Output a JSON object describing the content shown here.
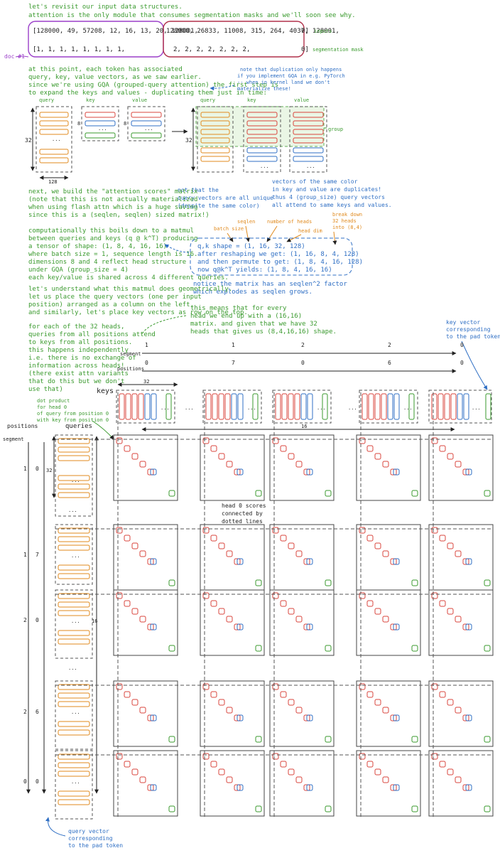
{
  "intro": [
    "let's revisit our input data structures.",
    "attention is the only module that consumes segmentation masks and we'll soon see why."
  ],
  "inputs": {
    "doc1_tokens": "[128000, 49, 57208, 12, 16, 13, 20, 128001,",
    "doc2_tokens": "128000, 26833, 11008, 315, 264, 4037, 128001,",
    "pad_token": "0]",
    "inputs_label": "inputs",
    "doc1_mask": "[1,      1,    1,   1,   1,  1,  1,   1,",
    "doc2_mask": "2,     2,     2,   2,   2,    2,     2,",
    "pad_mask": "0]",
    "mask_label": "segmentation mask",
    "doc_label": "doc #1"
  },
  "gqa_text": [
    "at this point, each token has associated",
    "query, key, value vectors, as we saw earlier.",
    "since we're using GQA (grouped-query attention) the first step is",
    "to expand the keys and values - duplicating them just in time:"
  ],
  "dup_note": [
    "note that duplication only happens",
    "if you implement GQA in e.g. PyTorch",
    "-- when in kernel land we don't",
    "materialize these!"
  ],
  "qkv_labels": {
    "query": "query",
    "key": "key",
    "value": "value",
    "group": "group"
  },
  "dims": {
    "d32": "32",
    "d8": "8",
    "d128": "128",
    "ellipsis": "...",
    "d16": "16"
  },
  "note_unique": [
    "not that the",
    "query vectors are all unique",
    "(despite the same color)"
  ],
  "note_dup": [
    "vectors of the same color",
    "in key and value are duplicates!",
    "thus 4 (group_size) query vectors",
    "all attend to same keys and values."
  ],
  "scores_text": [
    "next, we build the \"attention scores\" matrix",
    "(note that this is not actually materialized",
    "when using flash attn which is a huge saving",
    "since this is a (seqlen, seqlen) sized matrix!)"
  ],
  "matmul_text": [
    "computationally this boils down to a matmul",
    "between queries and keys (q @ k^T) producing",
    "a tensor of shape: (1, 8, 4, 16, 16)",
    "where batch size = 1, sequence length is 16.",
    "dimensions 8 and 4 reflect head structure",
    "under GQA (group_size = 4)",
    "each key/value is shared across 4 different queries."
  ],
  "shape_labels": {
    "batch": "batch size",
    "seqlen": "seqlen",
    "heads": "number of heads",
    "headdim": "head dim",
    "breakdown": [
      "break down",
      "32 heads",
      "into (8,4)"
    ]
  },
  "shape_box": [
    "q,k shape = (1, 16, 32, 128)",
    "after reshaping we get: (1, 16, 8, 4, 128)",
    "and then permute to get: (1, 8, 4, 16, 128)",
    "now q@k^T yields: (1, 8, 4, 16, 16)"
  ],
  "seqlen_note": [
    "notice the matrix has an seqlen^2 factor",
    "which explodes as seqlen grows."
  ],
  "geom_text": [
    "let's understand what this matmul does geometrically.",
    "let us place the query vectors (one per input",
    "position) arranged as a column on the left,",
    "and similarly, let's place key vectors as row on the top."
  ],
  "heads_text": [
    "for each of the 32 heads,",
    "queries from all positions attend",
    "to keys from all positions.",
    "this happens independently",
    "i.e. there is no exchange of",
    "information across heads!",
    "(there exist attn variants",
    "that do this but we don't",
    "use that)"
  ],
  "head_matrix_text": [
    "this means that for every",
    "head we end up with a (16,16)",
    "matrix. and given that we have 32",
    "heads that gives us (8,4,16,16) shape."
  ],
  "pad_key_note": [
    "key vector",
    "corresponding",
    "to the pad token"
  ],
  "axis": {
    "segment": "segment",
    "positions": "positions",
    "seg_values": [
      "1",
      "1",
      "2",
      "2",
      "0"
    ],
    "pos_values": [
      "0",
      "7",
      "0",
      "6",
      "0"
    ],
    "keys": "keys",
    "queries": "queries",
    "row_seg": [
      "1",
      "1",
      "2",
      "2",
      "0"
    ],
    "row_pos": [
      "0",
      "7",
      "0",
      "6",
      "0"
    ]
  },
  "dot_note": [
    "dot product",
    "for head 0",
    "of query from position 0",
    "with key from position 0"
  ],
  "head0_note": [
    "head 0 scores",
    "connected by",
    "dotted lines"
  ],
  "pad_query_note": [
    "query vector",
    "corresponding",
    "to the pad token"
  ],
  "colors": {
    "green": "#3a9a2e",
    "blue": "#2f6fc4",
    "orange": "#e08a1e",
    "red": "#d9443c",
    "purple": "#9b3fc9",
    "crimson": "#b0304a"
  }
}
